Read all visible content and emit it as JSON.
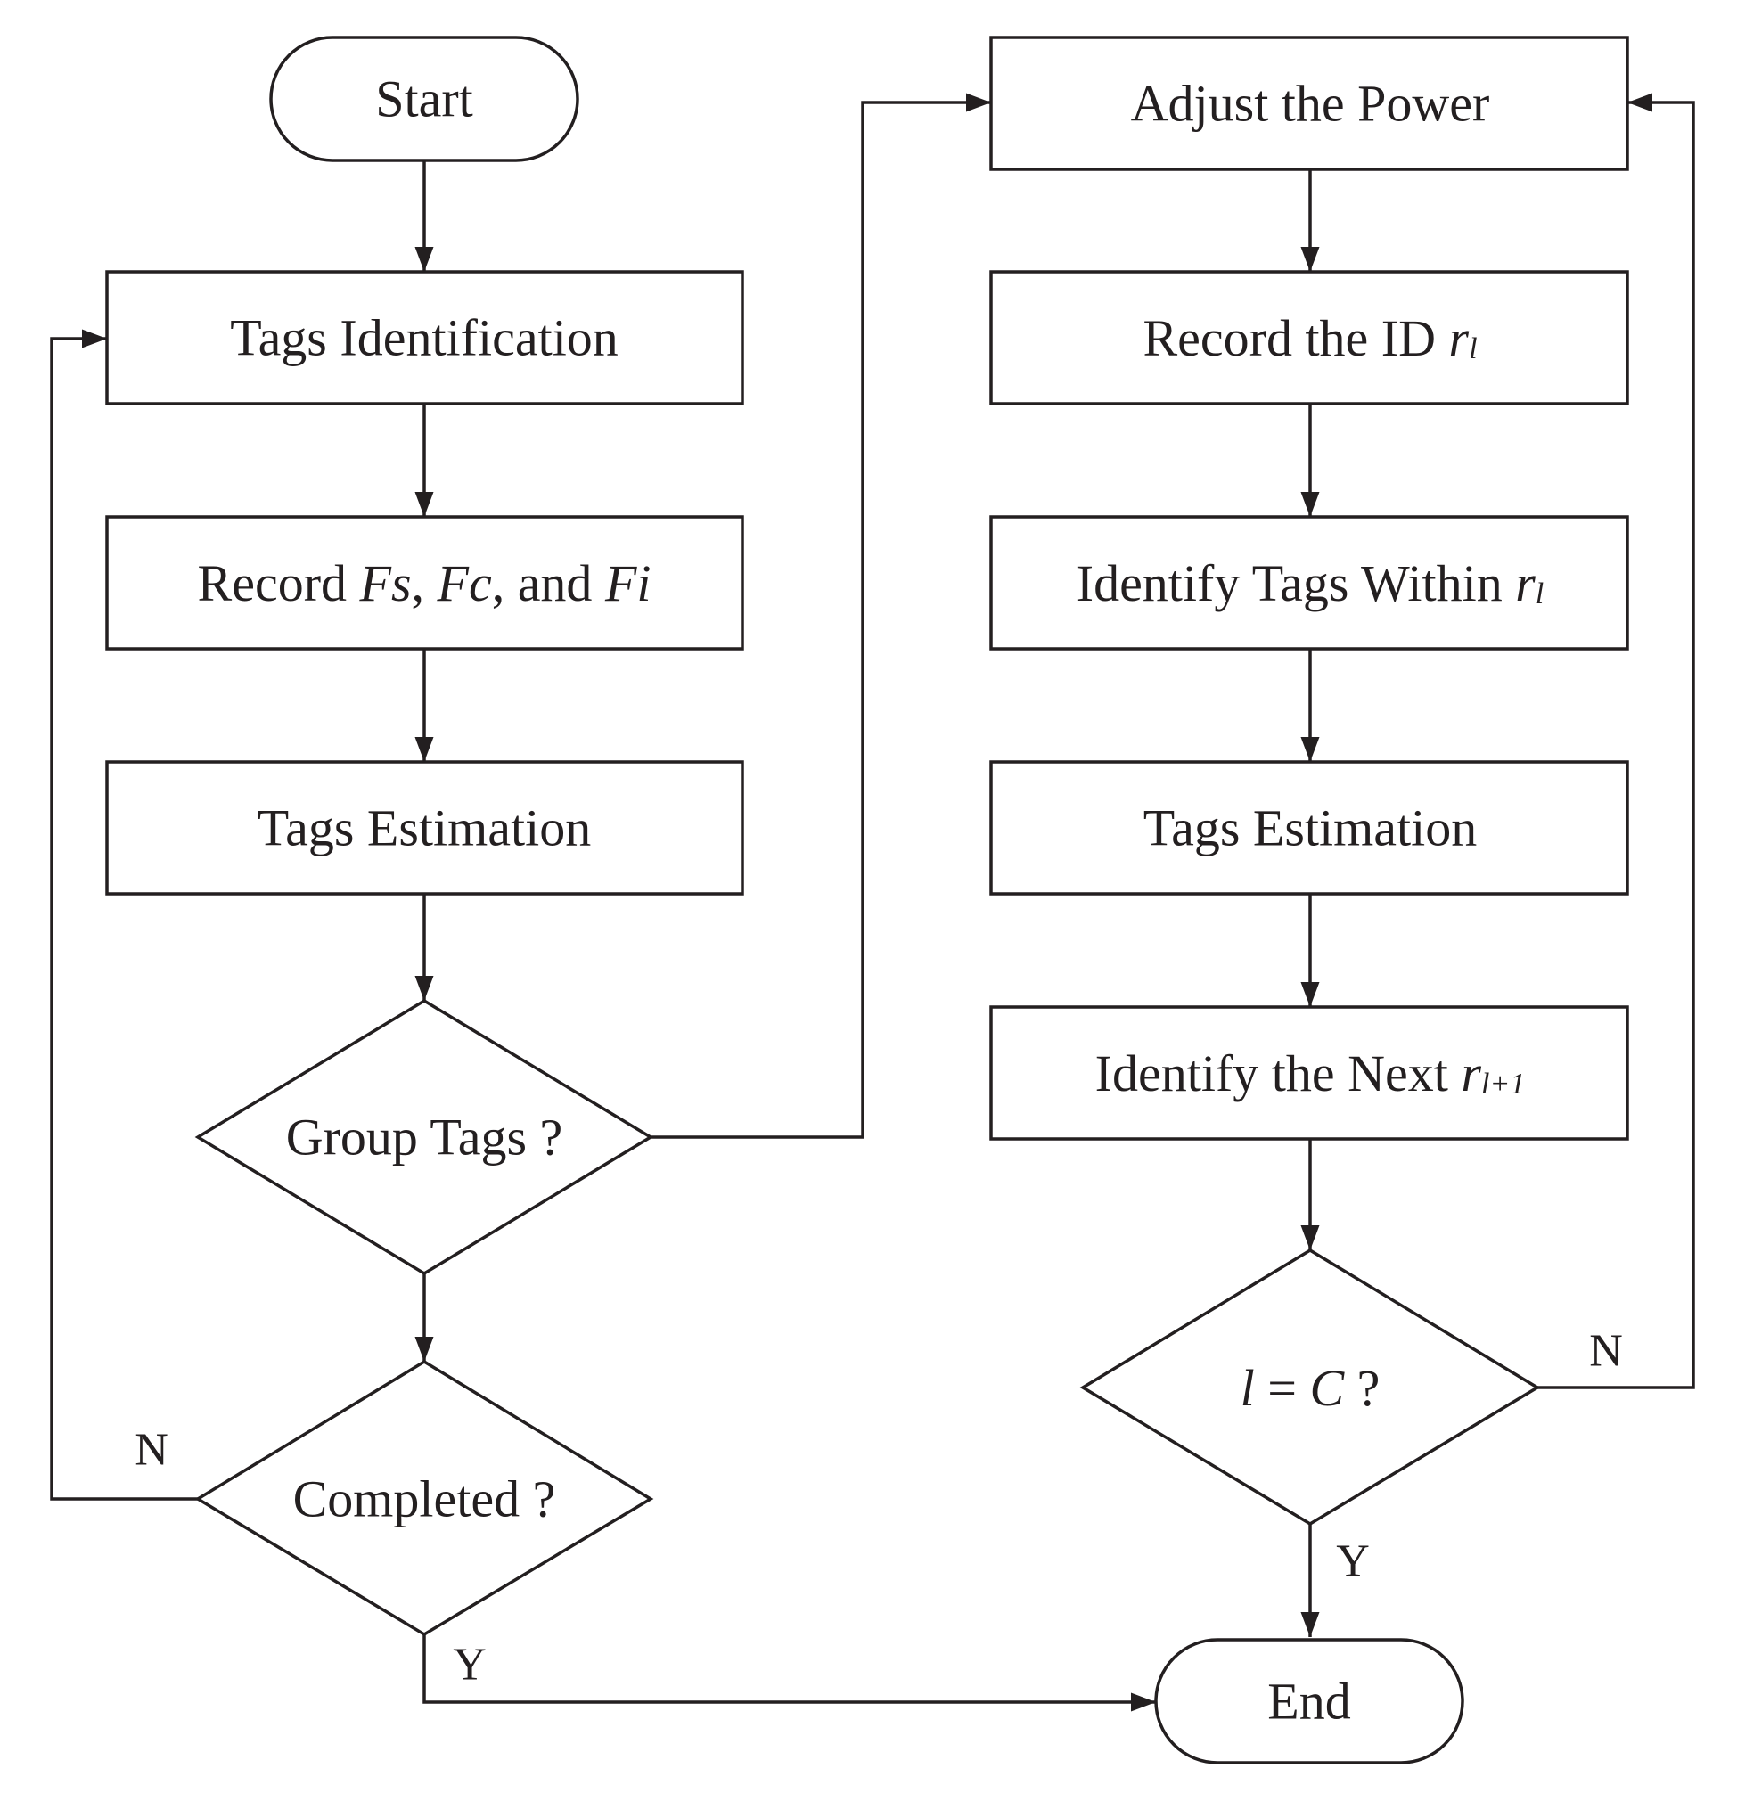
{
  "nodes": {
    "start": {
      "label": "Start"
    },
    "tags_identification": {
      "label": "Tags Identification"
    },
    "record_fs_fc_fi": {
      "prefix": "Record ",
      "var1": "Fs",
      "sep1": ", ",
      "var2": "Fc",
      "sep2": ", and ",
      "var3": "Fi"
    },
    "tags_estimation_left": {
      "label": "Tags Estimation"
    },
    "group_tags": {
      "label": "Group Tags ?"
    },
    "completed": {
      "label": "Completed ?"
    },
    "adjust_power": {
      "label": "Adjust the Power"
    },
    "record_id": {
      "prefix": "Record the ID ",
      "var": "r",
      "sub": "l"
    },
    "identify_within": {
      "prefix": "Identify Tags Within ",
      "var": "r",
      "sub": "l"
    },
    "tags_estimation_right": {
      "label": "Tags Estimation"
    },
    "identify_next": {
      "prefix": "Identify the Next ",
      "var": "r",
      "sub": "l+1"
    },
    "l_equals_c": {
      "var1": "l",
      "eq": " = ",
      "var2": "C",
      "suffix": " ?"
    },
    "end": {
      "label": "End"
    }
  },
  "branch_labels": {
    "completed_no": "N",
    "completed_yes": "Y",
    "l_equals_c_no": "N",
    "l_equals_c_yes": "Y"
  },
  "colors": {
    "stroke": "#231f20",
    "background": "#ffffff"
  }
}
